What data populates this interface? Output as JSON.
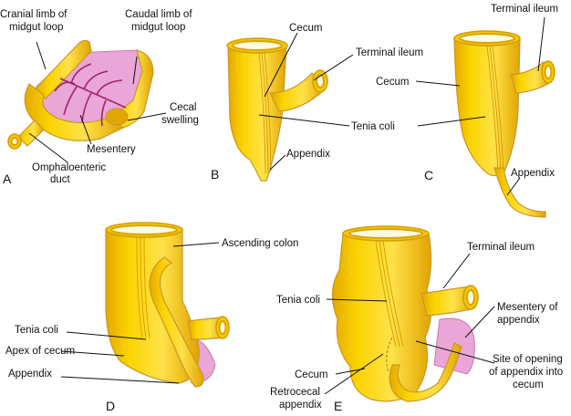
{
  "panels": {
    "A": {
      "letter": "A",
      "labels": {
        "cranial_line1": "Cranial limb of",
        "cranial_line2": "midgut loop",
        "caudal_line1": "Caudal limb of",
        "caudal_line2": "midgut loop",
        "cecal_line1": "Cecal",
        "cecal_line2": "swelling",
        "mesentery": "Mesentery",
        "omph_line1": "Omphaloenteric",
        "omph_line2": "duct"
      }
    },
    "B": {
      "letter": "B",
      "labels": {
        "cecum": "Cecum",
        "terminal_ileum": "Terminal ileum",
        "tenia_coli": "Tenia coli",
        "appendix": "Appendix"
      }
    },
    "C": {
      "letter": "C",
      "labels": {
        "terminal_ileum": "Terminal ileum",
        "cecum": "Cecum",
        "appendix": "Appendix"
      }
    },
    "D": {
      "letter": "D",
      "labels": {
        "ascending_colon": "Ascending colon",
        "tenia_coli": "Tenia coli",
        "apex_of_cecum": "Apex of cecum",
        "appendix": "Appendix"
      }
    },
    "E": {
      "letter": "E",
      "labels": {
        "terminal_ileum": "Terminal ileum",
        "tenia_coli": "Tenia coli",
        "mesentery_line1": "Mesentery of",
        "mesentery_line2": "appendix",
        "site_line1": "Site of opening",
        "site_line2": "of appendix into",
        "site_line3": "cecum",
        "cecum": "Cecum",
        "retro_line1": "Retrocecal",
        "retro_line2": "appendix"
      }
    }
  },
  "colors": {
    "gut_yellow": "#f6c800",
    "gut_shadow": "#e1a600",
    "lumen": "#fffbe0",
    "mesentery_pink": "#e9a6d6",
    "vessel_magenta": "#a0226e"
  }
}
